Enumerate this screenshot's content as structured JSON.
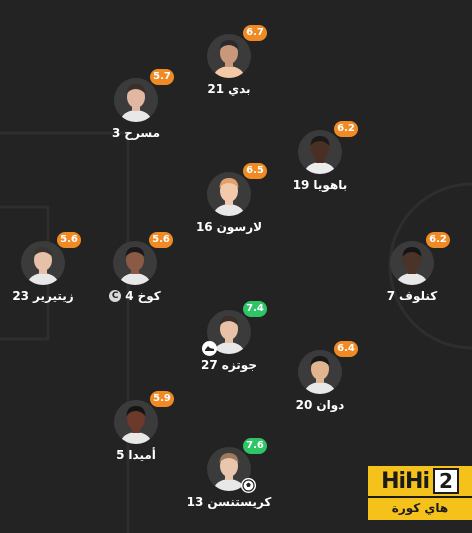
{
  "players": [
    {
      "id": "p1",
      "name": "بدي",
      "number": "21",
      "rating": "6.7",
      "rating_color": "#f08a24",
      "skin": "#c9977a",
      "hair": "#2a2a2a",
      "shirt": "#f3c8a6",
      "captain": false,
      "badge": ""
    },
    {
      "id": "p2",
      "name": "مسرح",
      "number": "3",
      "rating": "5.7",
      "rating_color": "#f08a24",
      "skin": "#e2b7a2",
      "hair": "#3a2f2a",
      "shirt": "#e8e8e8",
      "captain": false,
      "badge": ""
    },
    {
      "id": "p3",
      "name": "باهويا",
      "number": "19",
      "rating": "6.2",
      "rating_color": "#f08a24",
      "skin": "#4a2f25",
      "hair": "#1a1a1a",
      "shirt": "#ececec",
      "captain": false,
      "badge": ""
    },
    {
      "id": "p4",
      "name": "لارسون",
      "number": "16",
      "rating": "6.5",
      "rating_color": "#f08a24",
      "skin": "#f2c9ad",
      "hair": "#e4a06a",
      "shirt": "#e8e8e8",
      "captain": false,
      "badge": ""
    },
    {
      "id": "p5",
      "name": "زيتيرير",
      "number": "23",
      "rating": "5.6",
      "rating_color": "#f08a24",
      "skin": "#e6c0a8",
      "hair": "#3a3330",
      "shirt": "#e8e8e8",
      "captain": false,
      "badge": ""
    },
    {
      "id": "p6",
      "name": "كوخ",
      "number": "4",
      "rating": "5.6",
      "rating_color": "#f08a24",
      "skin": "#8a5a44",
      "hair": "#1a1a1a",
      "shirt": "#e8e8e8",
      "captain": true,
      "badge": ""
    },
    {
      "id": "p7",
      "name": "كنلوف",
      "number": "7",
      "rating": "6.2",
      "rating_color": "#f08a24",
      "skin": "#4b3328",
      "hair": "#151515",
      "shirt": "#e8e8e8",
      "captain": false,
      "badge": ""
    },
    {
      "id": "p8",
      "name": "جوتزه",
      "number": "27",
      "rating": "7.4",
      "rating_color": "#2fc465",
      "skin": "#e8c2a6",
      "hair": "#3b2e28",
      "shirt": "#e8e8e8",
      "captain": false,
      "badge": "boot"
    },
    {
      "id": "p9",
      "name": "دوان",
      "number": "20",
      "rating": "6.4",
      "rating_color": "#f08a24",
      "skin": "#e0b58f",
      "hair": "#1a1a1a",
      "shirt": "#e8e8e8",
      "captain": false,
      "badge": ""
    },
    {
      "id": "p10",
      "name": "أميدا",
      "number": "5",
      "rating": "5.9",
      "rating_color": "#f08a24",
      "skin": "#6b3a2a",
      "hair": "#141414",
      "shirt": "#e8e8e8",
      "captain": false,
      "badge": ""
    },
    {
      "id": "p11",
      "name": "كريستنسن",
      "number": "13",
      "rating": "7.6",
      "rating_color": "#2fc465",
      "skin": "#e9c6ae",
      "hair": "#9c7a5a",
      "shirt": "#e8e8e8",
      "captain": false,
      "badge": "ball"
    }
  ],
  "captain_mark": "C",
  "logo": {
    "word": "HiHi",
    "num": "2",
    "subtitle": "هاي كورة"
  }
}
